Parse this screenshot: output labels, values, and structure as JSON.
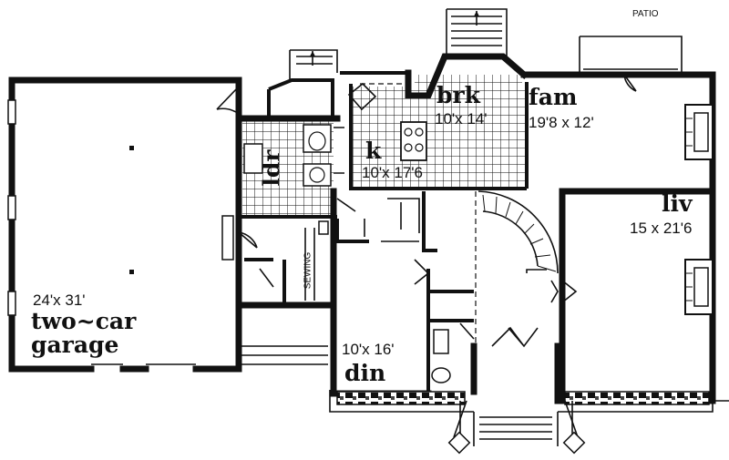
{
  "labels": {
    "patio": "PATIO",
    "brk": {
      "name": "brk",
      "size": "10'x 14'"
    },
    "fam": {
      "name": "fam",
      "size": "19'8 x 12'"
    },
    "k": {
      "name": "k",
      "size": "10'x 17'6"
    },
    "ldr": {
      "name": "ldr"
    },
    "liv": {
      "name": "liv",
      "size": "15 x 21'6"
    },
    "garage": {
      "size": "24'x 31'",
      "name_line1": "two~car",
      "name_line2": "garage"
    },
    "sewing": "SEWING",
    "din": {
      "size": "10'x 16'",
      "name": "din"
    }
  }
}
